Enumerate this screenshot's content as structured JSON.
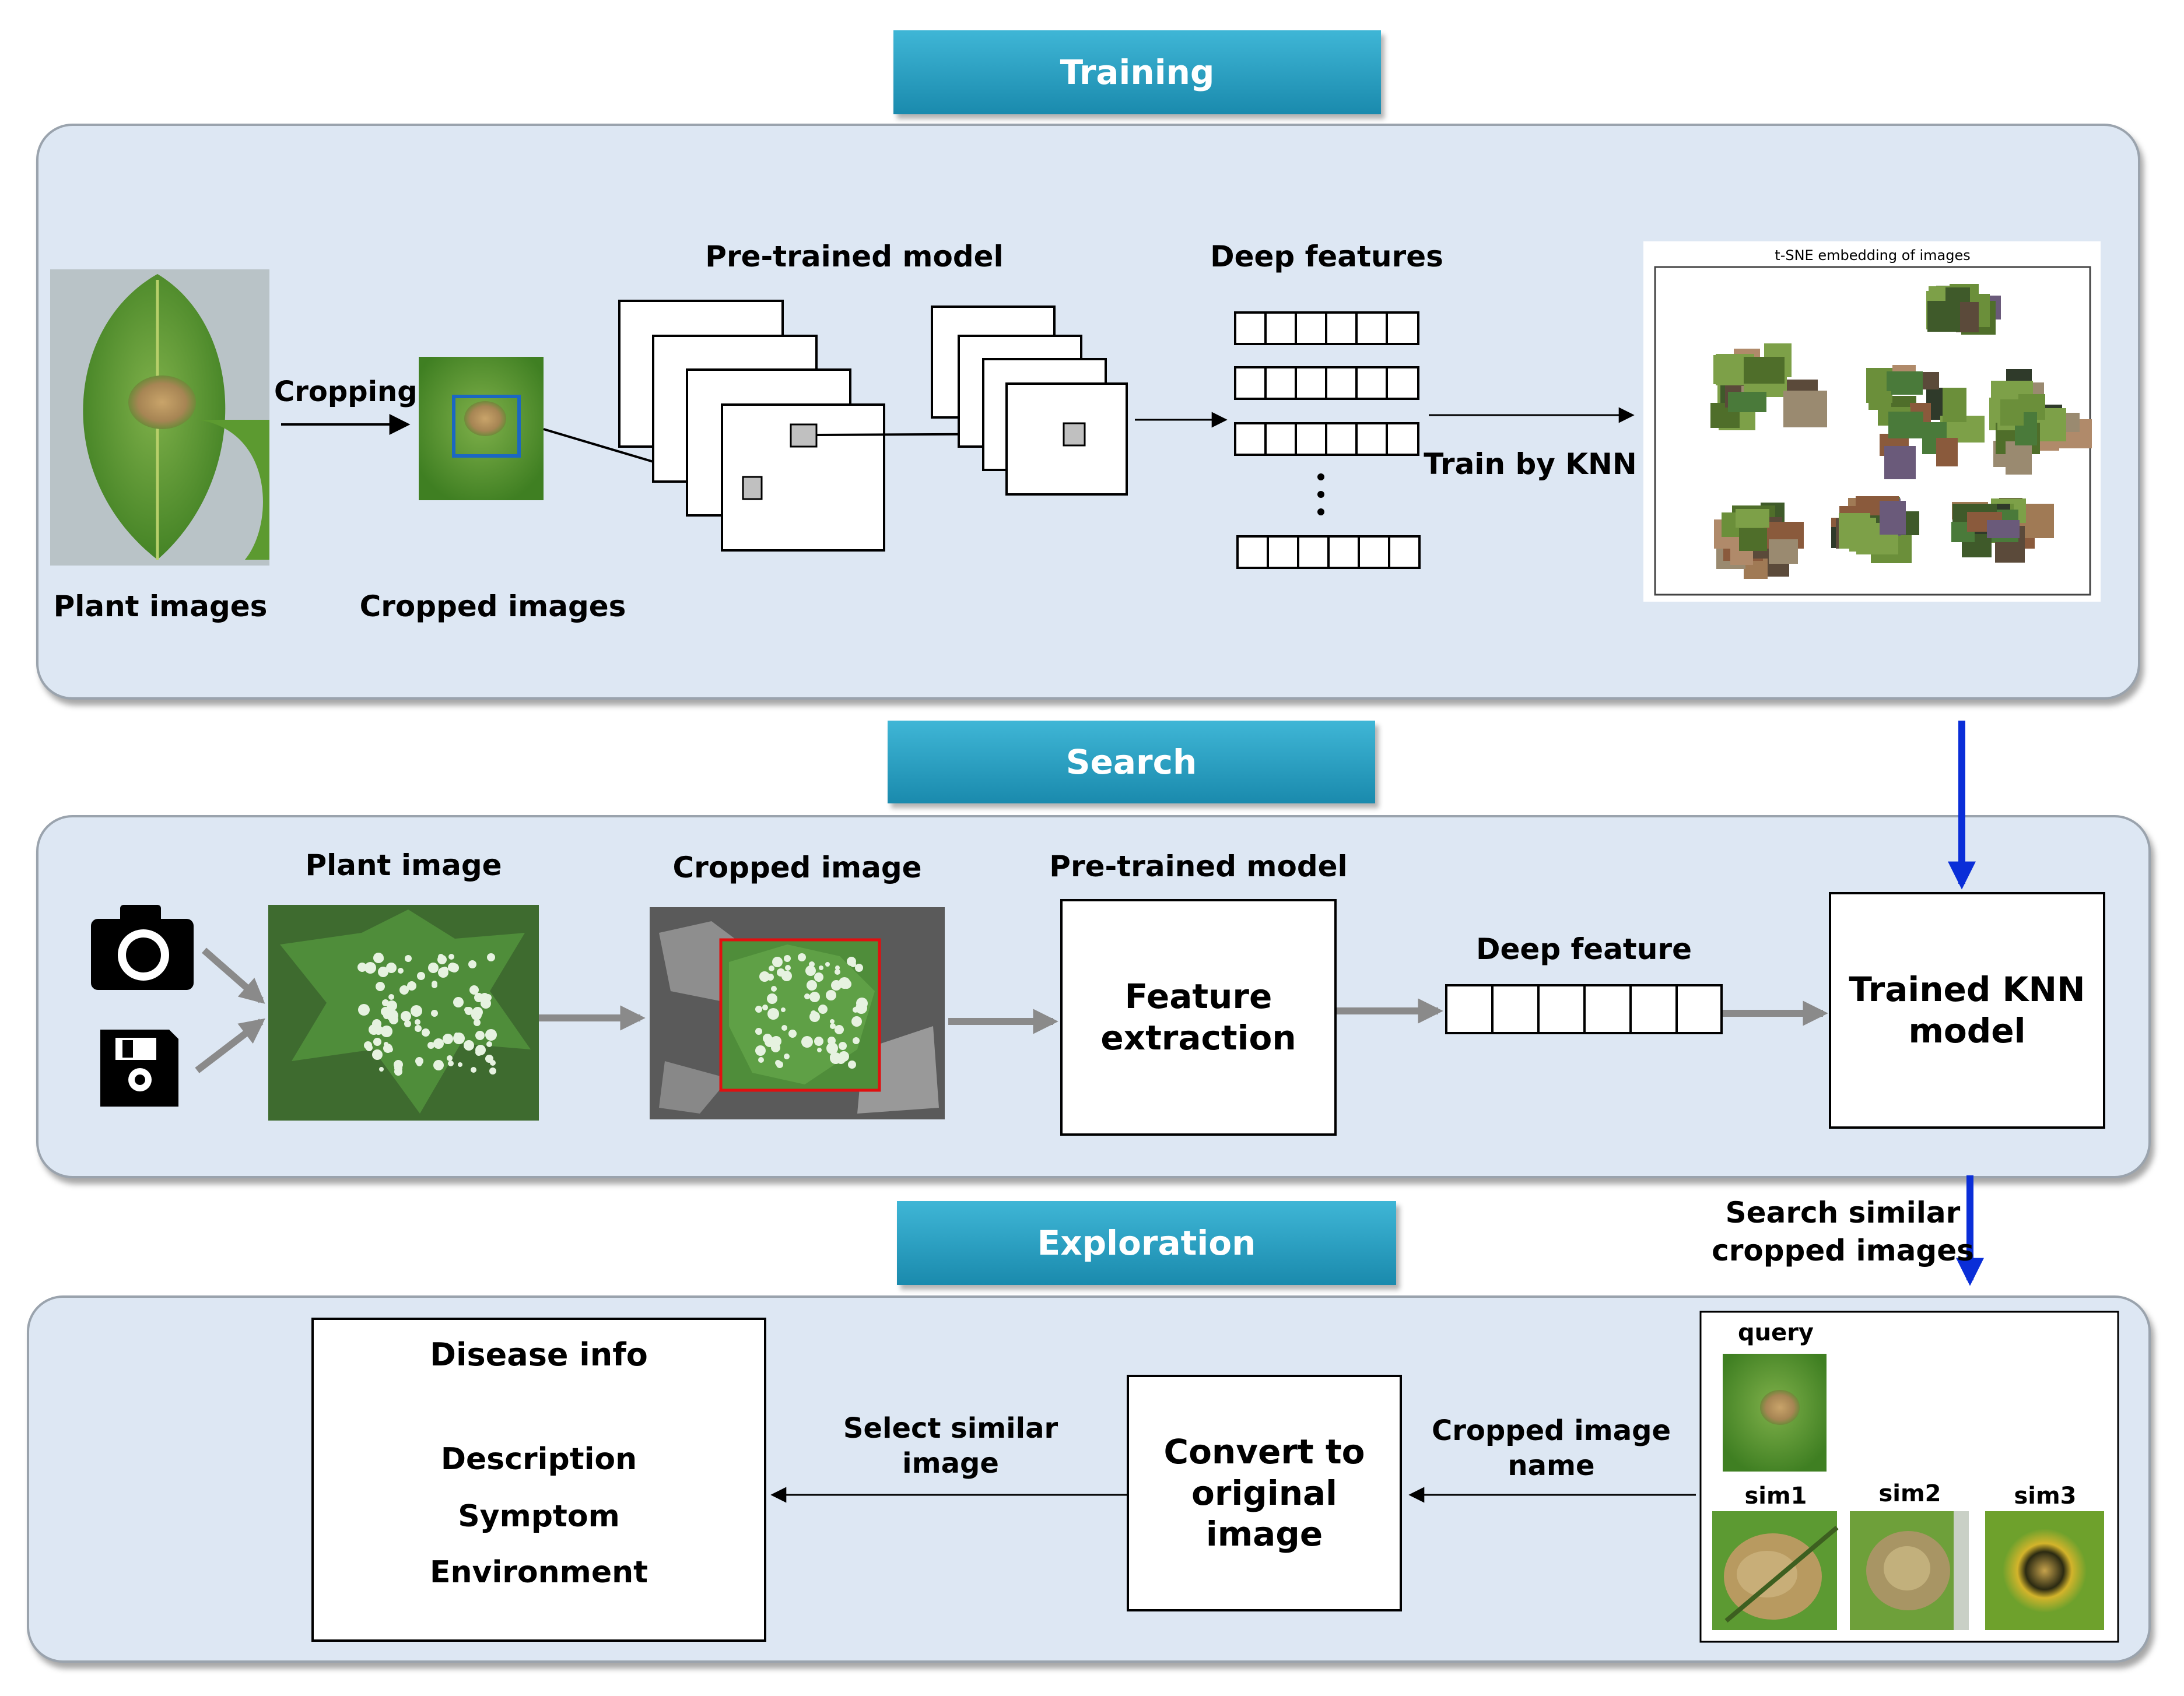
{
  "stages": {
    "training": "Training",
    "search": "Search",
    "exploration": "Exploration"
  },
  "training": {
    "plant_images": "Plant images",
    "cropping": "Cropping",
    "cropped_images": "Cropped images",
    "pretrained_model": "Pre-trained model",
    "deep_features": "Deep features",
    "train_by_knn": "Train by KNN",
    "tsne_title": "t-SNE embedding of images"
  },
  "search": {
    "plant_image": "Plant image",
    "cropped_image": "Cropped image",
    "pretrained_model": "Pre-trained model",
    "feature_extraction_line1": "Feature",
    "feature_extraction_line2": "extraction",
    "deep_feature": "Deep feature",
    "trained_knn_line1": "Trained KNN",
    "trained_knn_line2": "model",
    "search_similar_line1": "Search similar",
    "search_similar_line2": "cropped images"
  },
  "exploration": {
    "disease_info": "Disease info",
    "description": "Description",
    "symptom": "Symptom",
    "environment": "Environment",
    "select_similar_line1": "Select similar",
    "select_similar_line2": "image",
    "convert_line1": "Convert to",
    "convert_line2": "original",
    "convert_line3": "image",
    "cropped_name_line1": "Cropped image",
    "cropped_name_line2": "name",
    "query": "query",
    "sim1": "sim1",
    "sim2": "sim2",
    "sim3": "sim3"
  },
  "colors": {
    "panel": "#dde7f3",
    "banner": "#26a0c4",
    "blue_arrow": "#0a2ed8",
    "gray_arrow": "#8a8a8a",
    "leaf": "#5a9a34"
  },
  "icons": [
    "camera-icon",
    "floppy-disk-icon"
  ]
}
